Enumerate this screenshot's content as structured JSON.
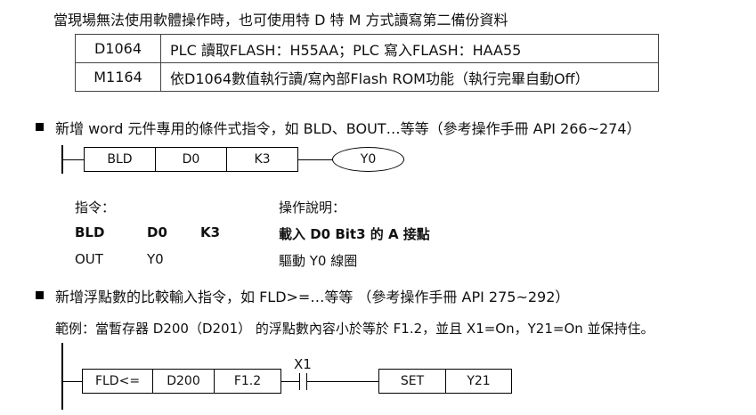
{
  "intro": "當現場無法使用軟體操作時，也可使用特 D 特 M 方式讀寫第二備份資料",
  "table": [
    {
      "code": "D1064",
      "desc": "PLC  讀取FLASH：H55AA；PLC  寫入FLASH：HAA55"
    },
    {
      "code": "M1164",
      "desc": "依D1064數值執行讀/寫內部Flash ROM功能（執行完畢自動Off）"
    }
  ],
  "section1": {
    "heading": "新增 word 元件專用的條件式指令，如 BLD、BOUT…等等（參考操作手冊 API 266~274）",
    "ladder": {
      "instr": "BLD",
      "device": "D0",
      "bit": "K3",
      "output": "Y0"
    },
    "col_instr_header": "指令：",
    "col_desc_header": "操作說明：",
    "rows": [
      {
        "a": "BLD",
        "b": "D0",
        "c": "K3",
        "desc": "載入 D0 Bit3 的 A 接點",
        "bold": true
      },
      {
        "a": "OUT",
        "b": "Y0",
        "c": "",
        "desc": "驅動 Y0 線圈",
        "bold": false
      }
    ]
  },
  "section2": {
    "heading": "新增浮點數的比較輸入指令，如 FLD>=…等等 （參考操作手冊 API   275~292）",
    "example": "範例：當暫存器 D200（D201） 的浮點數內容小於等於 F1.2，並且 X1=On，Y21=On 並保持住。",
    "ladder": {
      "instr": "FLD<=",
      "s1": "D200",
      "s2": "F1.2",
      "contact": "X1",
      "set": "SET",
      "target": "Y21"
    }
  }
}
